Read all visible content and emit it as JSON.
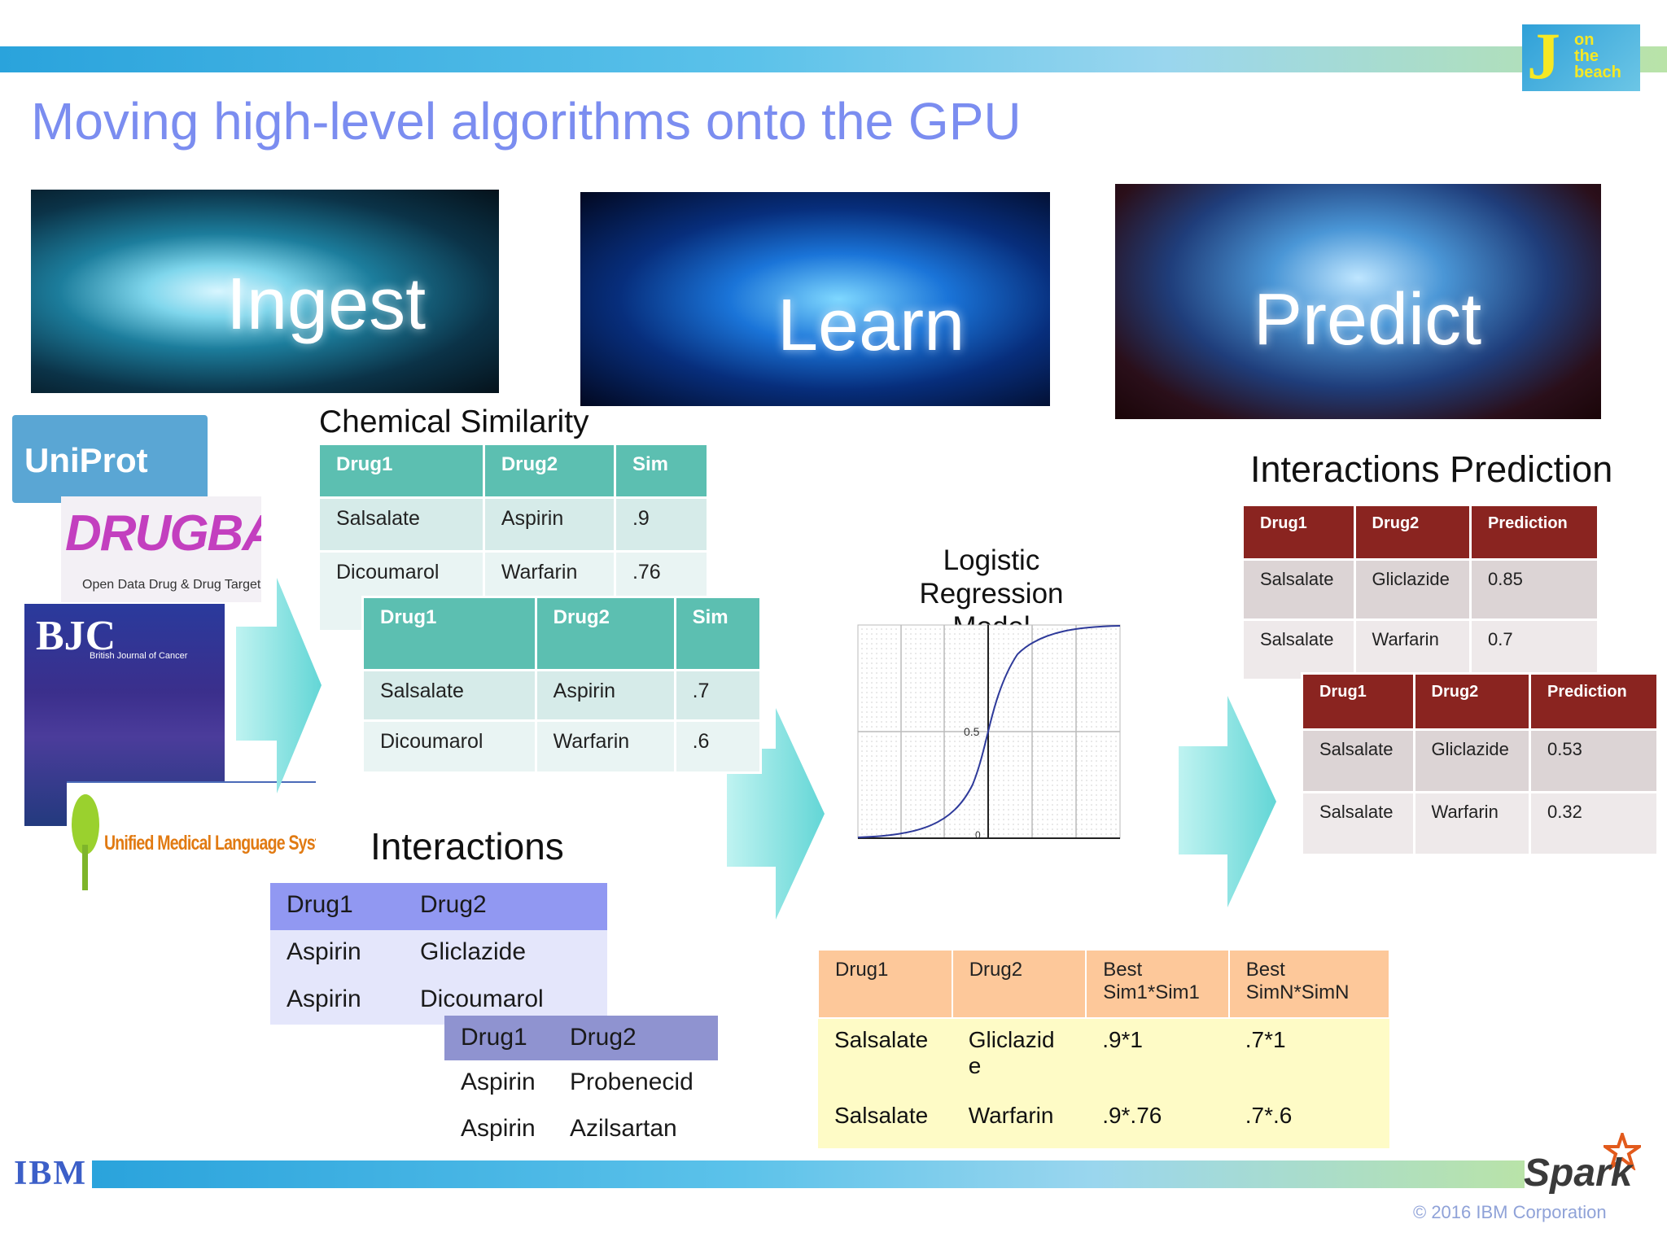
{
  "slide": {
    "title": "Moving high-level algorithms onto the GPU",
    "footer": "© 2016 IBM Corporation",
    "colors": {
      "title": "#7b8df0",
      "teal": "#5cbfb1",
      "maroon": "#8a2420",
      "purple": "#9198f2",
      "orange": "#fdc89a",
      "cream": "#fefbc6"
    }
  },
  "logos": {
    "conference_letter": "J",
    "conference_words": [
      "on",
      "the",
      "beach"
    ],
    "uniprot": "UniProt",
    "drugbank": "DRUGBANK",
    "drugbank_sub": "Open Data Drug & Drug Target Database",
    "bjc": "BJC",
    "bjc_sub": "British Journal of Cancer",
    "umls": "Unified Medical Language System",
    "ibm": "IBM",
    "spark": "Spark"
  },
  "heroes": [
    "Ingest",
    "Learn",
    "Predict"
  ],
  "chemical_similarity": {
    "title": "Chemical Similarity",
    "table_a": {
      "headers": [
        "Drug1",
        "Drug2",
        "Sim"
      ],
      "rows": [
        [
          "Salsalate",
          "Aspirin",
          ".9"
        ],
        [
          "Dicoumarol",
          "Warfarin",
          ".76"
        ]
      ]
    },
    "table_b": {
      "headers": [
        "Drug1",
        "Drug2",
        "Sim"
      ],
      "rows": [
        [
          "Salsalate",
          "Aspirin",
          ".7"
        ],
        [
          "Dicoumarol",
          "Warfarin",
          ".6"
        ]
      ]
    }
  },
  "interactions": {
    "title": "Interactions",
    "table_a": {
      "headers": [
        "Drug1",
        "Drug2"
      ],
      "rows": [
        [
          "Aspirin",
          "Gliclazide"
        ],
        [
          "Aspirin",
          "Dicoumarol"
        ]
      ]
    },
    "table_b": {
      "headers": [
        "Drug1",
        "Drug2"
      ],
      "rows": [
        [
          "Aspirin",
          "Probenecid"
        ],
        [
          "Aspirin",
          "Azilsartan"
        ]
      ]
    }
  },
  "model": {
    "title_lines": [
      "Logistic",
      "Regression",
      "Model"
    ],
    "tick_mid": "0.5",
    "tick_zero": "0"
  },
  "features": {
    "headers": [
      [
        "Drug1"
      ],
      [
        "Drug2"
      ],
      [
        "Best",
        "Sim1*Sim1"
      ],
      [
        "Best",
        "SimN*SimN"
      ]
    ],
    "rows": [
      [
        [
          "Salsalate"
        ],
        [
          "Gliclazid",
          "e"
        ],
        [
          ".9*1"
        ],
        [
          ".7*1"
        ]
      ],
      [
        [
          "Salsalate"
        ],
        [
          "Warfarin"
        ],
        [
          ".9*.76"
        ],
        [
          ".7*.6"
        ]
      ]
    ]
  },
  "prediction": {
    "title": "Interactions Prediction",
    "table_a": {
      "headers": [
        "Drug1",
        "Drug2",
        "Prediction"
      ],
      "rows": [
        [
          "Salsalate",
          "Gliclazide",
          "0.85"
        ],
        [
          "Salsalate",
          "Warfarin",
          "0.7"
        ]
      ]
    },
    "table_b": {
      "headers": [
        "Drug1",
        "Drug2",
        "Prediction"
      ],
      "rows": [
        [
          "Salsalate",
          "Gliclazide",
          "0.53"
        ],
        [
          "Salsalate",
          "Warfarin",
          "0.32"
        ]
      ]
    }
  }
}
